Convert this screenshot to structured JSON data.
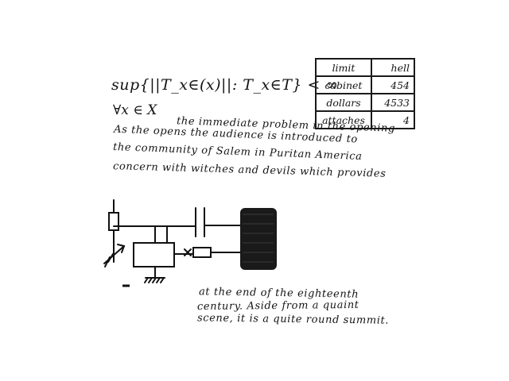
{
  "formula": {
    "line1": "sup{||T_x∈(x)||: T_x∈T} < ∞",
    "line2": "∀x ∈ X"
  },
  "table": {
    "rows": [
      [
        "limit",
        "hell"
      ],
      [
        "cabinet",
        "454"
      ],
      [
        "dollars",
        "4533"
      ],
      [
        "attaches",
        "4"
      ]
    ]
  },
  "paragraph1": [
    "the immediate problem in the opening",
    "As the opens the audience is introduced to",
    "the community of Salem in Puritan America",
    "concern with witches and devils which provides"
  ],
  "paragraph2": [
    "at the end of the eighteenth",
    "century. Aside from a quaint",
    "scene, it is a quite round summit."
  ]
}
